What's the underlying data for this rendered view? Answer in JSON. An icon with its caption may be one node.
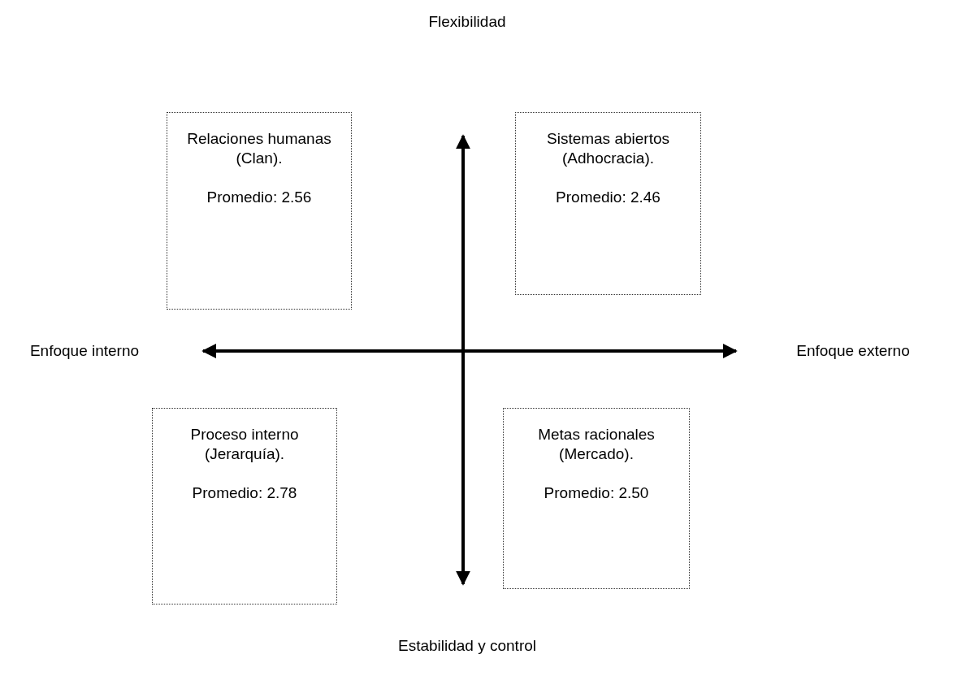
{
  "diagram": {
    "nodes": [
      {
        "text": [
          "Relaciones humanas (Clan).",
          "Promedio: 2.56"
        ]
      },
      {
        "text": [
          "Sistemas abiertos (Adhocracia).",
          "Promedio: 2.46"
        ]
      },
      {
        "text": [
          "Proceso interno (Jerarquía).",
          "Promedio: 2.78"
        ]
      },
      {
        "text": [
          "Metas racionales (Mercado).",
          "Promedio: 2.50"
        ]
      }
    ],
    "labels": [
      "Flexibilidad",
      "Enfoque interno",
      "Enfoque externo",
      "Estabilidad y control"
    ]
  }
}
